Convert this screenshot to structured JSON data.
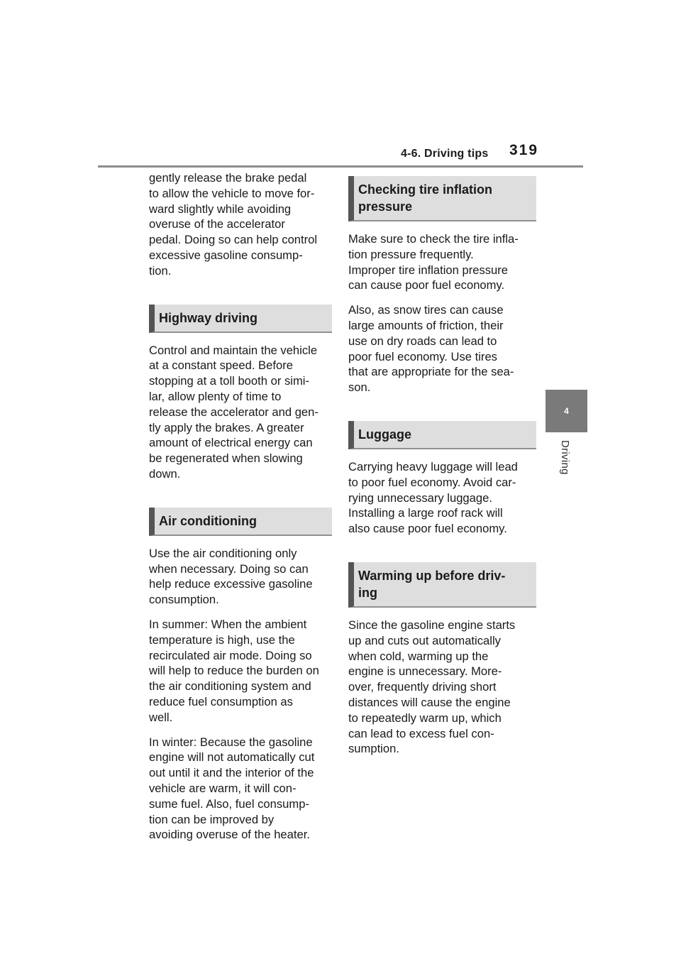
{
  "header": {
    "section": "4-6. Driving tips",
    "page_number": "319"
  },
  "side_tab": {
    "number": "4",
    "label": "Driving"
  },
  "left_column": {
    "intro_text": "gently release the brake pedal\nto allow the vehicle to move for-\nward slightly while avoiding\noveruse of the accelerator\npedal. Doing so can help control\nexcessive gasoline consump-\ntion.",
    "highway_heading": "Highway driving",
    "highway_text": "Control and maintain the vehicle\nat a constant speed. Before\nstopping at a toll booth or simi-\nlar, allow plenty of time to\nrelease the accelerator and gen-\ntly apply the brakes. A greater\namount of electrical energy can\nbe regenerated when slowing\ndown.",
    "ac_heading": "Air conditioning",
    "ac_text_1": "Use the air conditioning only\nwhen necessary. Doing so can\nhelp reduce excessive gasoline\nconsumption.",
    "ac_text_2": "In summer: When the ambient\ntemperature is high, use the\nrecirculated air mode. Doing so\nwill help to reduce the burden on\nthe air conditioning system and\nreduce fuel consumption as\nwell.",
    "ac_text_3": "In winter: Because the gasoline\nengine will not automatically cut\nout until it and the interior of the\nvehicle are warm, it will con-\nsume fuel. Also, fuel consump-\ntion can be improved by\navoiding overuse of the heater."
  },
  "right_column": {
    "tire_heading": "Checking tire inflation\npressure",
    "tire_text_1": "Make sure to check the tire infla-\ntion pressure frequently.\nImproper tire inflation pressure\ncan cause poor fuel economy.",
    "tire_text_2": "Also, as snow tires can cause\nlarge amounts of friction, their\nuse on dry roads can lead to\npoor fuel economy. Use tires\nthat are appropriate for the sea-\nson.",
    "luggage_heading": "Luggage",
    "luggage_text": "Carrying heavy luggage will lead\nto poor fuel economy. Avoid car-\nrying unnecessary luggage.\nInstalling a large roof rack will\nalso cause poor fuel economy.",
    "warmup_heading": "Warming up before driv-\ning",
    "warmup_text": "Since the gasoline engine starts\nup and cuts out automatically\nwhen cold, warming up the\nengine is unnecessary. More-\nover, frequently driving short\ndistances will cause the engine\nto repeatedly warm up, which\ncan lead to excess fuel con-\nsumption."
  }
}
